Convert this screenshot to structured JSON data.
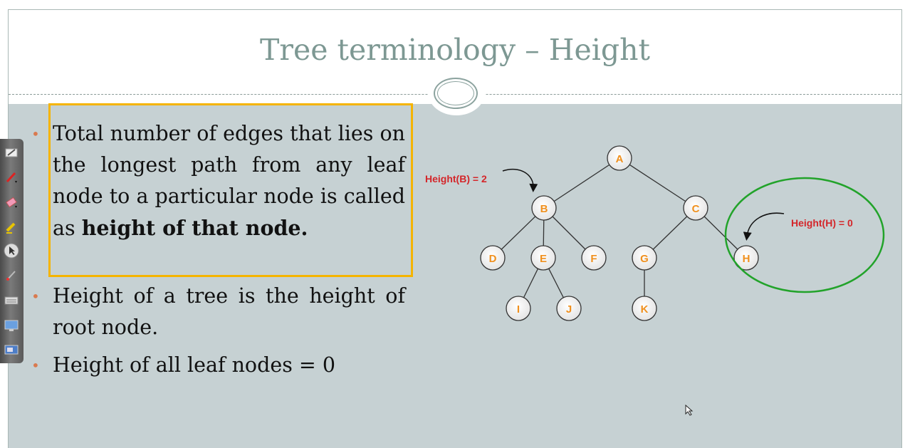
{
  "slide": {
    "title": "Tree terminology – Height"
  },
  "bullets": {
    "b1_text_plain": "Total number of edges that lies on the longest path from any leaf node to a particular node is called as",
    "b1_text_bold": "height of that node.",
    "b2_text": "Height of a tree is the height of root node.",
    "b3_text": "Height of all leaf nodes = 0"
  },
  "tree": {
    "nodes": [
      "A",
      "B",
      "C",
      "D",
      "E",
      "F",
      "G",
      "H",
      "I",
      "J",
      "K"
    ],
    "annotation_b": "Height(B) = 2",
    "annotation_h": "Height(H) = 0"
  },
  "colors": {
    "title": "#7d9893",
    "body_bg": "#c6d1d3",
    "highlight_border": "#f5b400",
    "node_text": "#f0901e",
    "annotation_text": "#d4262a",
    "circle_highlight": "#22a32a"
  },
  "toolbar": {
    "icons": [
      "pen-tool-icon",
      "red-pen-icon",
      "eraser-icon",
      "highlighter-icon",
      "pointer-icon",
      "laser-pen-icon",
      "keyboard-icon",
      "screen-icon",
      "display-icon"
    ]
  }
}
